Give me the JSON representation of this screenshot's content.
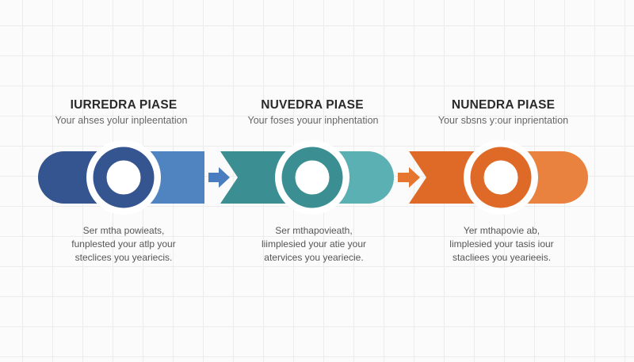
{
  "phases": [
    {
      "title": "IURREDRA PIASE",
      "subtitle": "Your ahses yolur inpleentation",
      "body": [
        "Ser mtha powieats,",
        "funplested your atlp your",
        "steclices you yeariecis."
      ],
      "color_dark": "#34558f",
      "color_light": "#4f84c0"
    },
    {
      "title": "NUVEDRA PIASE",
      "subtitle": "Your foses youur inphentation",
      "body": [
        "Ser mthapovieath,",
        "liimplesied your atie your",
        "atervices you yeariecie."
      ],
      "color_dark": "#3b8f93",
      "color_light": "#5bb0b3"
    },
    {
      "title": "NUNEDRA PIASE",
      "subtitle": "Your sbsns y:our inprientation",
      "body": [
        "Yer mthapovie ab,",
        "limplesied your tasis iour",
        "stacliees you yearieeis."
      ],
      "color_dark": "#df6a27",
      "color_light": "#e8823e"
    }
  ],
  "connector_colors": [
    "#4a7cc0",
    "#e5752f"
  ]
}
